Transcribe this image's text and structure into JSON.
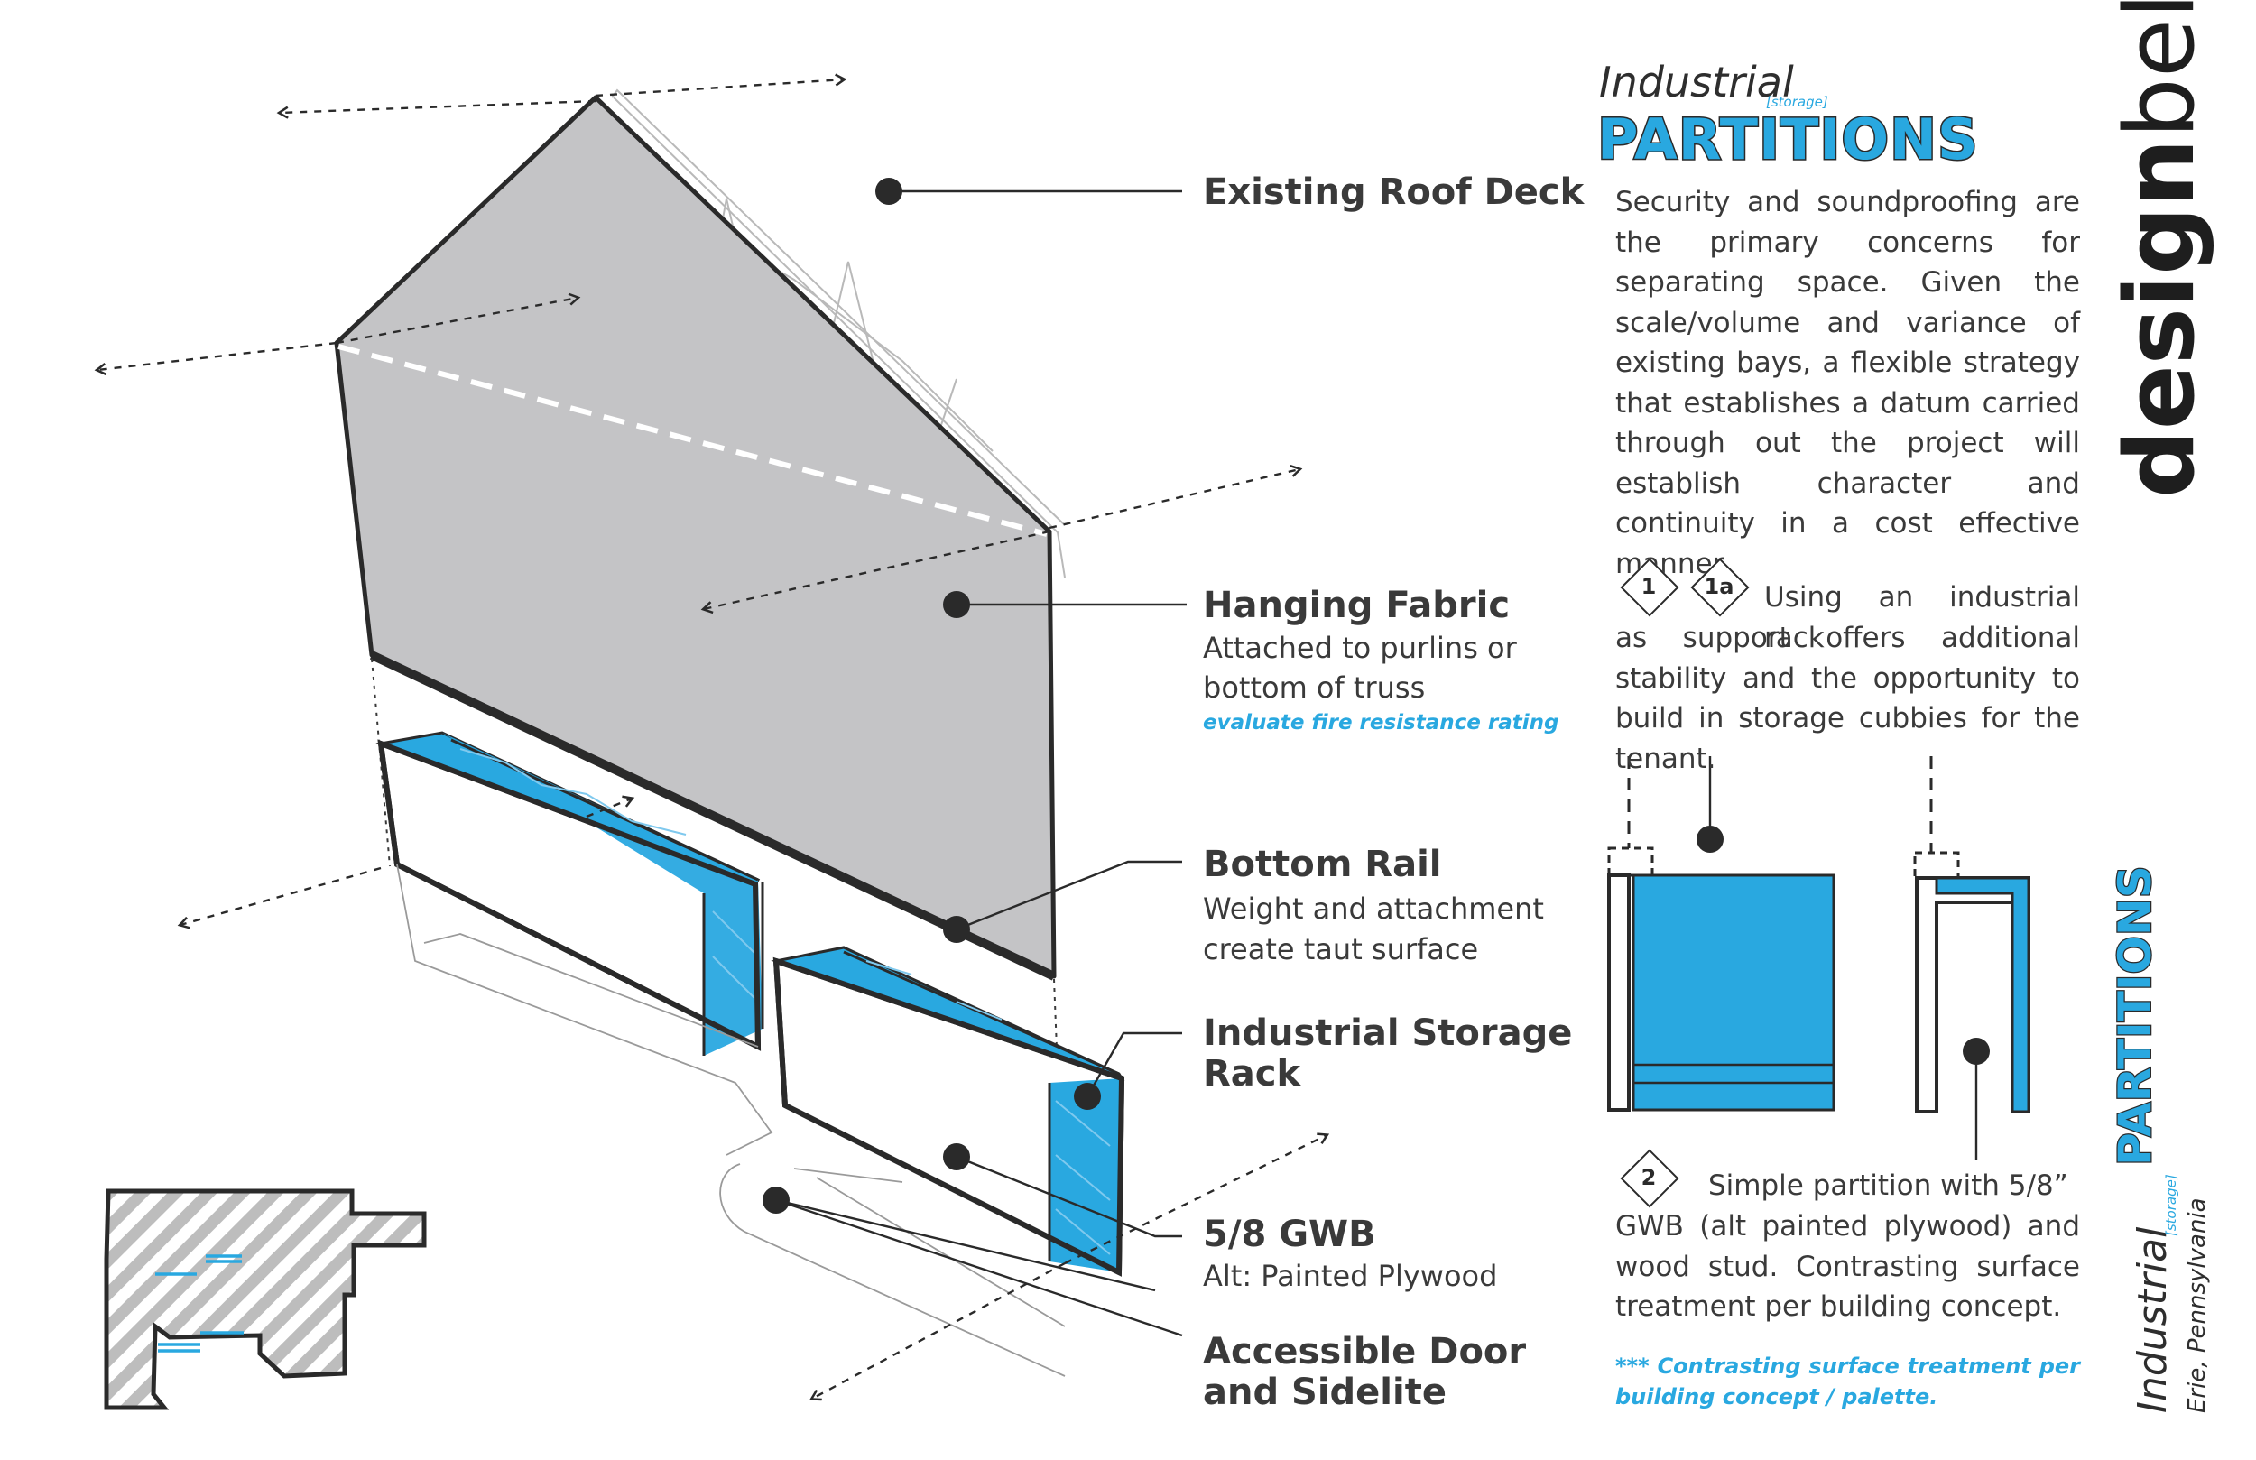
{
  "colors": {
    "accent": "#29a8e0",
    "ink": "#2a2a2a",
    "fabric": "#c4c4c6"
  },
  "header": {
    "title_small": "Industrial",
    "title_sup": "[storage]",
    "title_big": "PARTITIONS"
  },
  "intro_paragraph": "Security and soundproofing are the primary concerns for separating space. Given the scale/volume and variance of existing bays, a flexible strategy that establishes a datum carried through out the project will establish character and continuity in a cost effective manner.",
  "option1": {
    "badge_a": "1",
    "badge_b": "1a",
    "lead": "Using an industrial rack",
    "text": "as support offers additional stability and the opportunity to build in storage cubbies for the tenant."
  },
  "option2": {
    "badge": "2",
    "lead": "Simple partition with 5/8”",
    "text": "GWB (alt painted plywood) and wood stud. Contrasting surface treatment per building concept."
  },
  "footnote": "*** Contrasting surface treatment per building concept / palette.",
  "labels": {
    "roof_deck": "Existing Roof Deck",
    "hanging_fabric": "Hanging Fabric",
    "hanging_fabric_sub1": "Attached to purlins or",
    "hanging_fabric_sub2": "bottom of truss",
    "hanging_fabric_note": "evaluate fire resistance rating",
    "bottom_rail": "Bottom Rail",
    "bottom_rail_sub1": "Weight and attachment",
    "bottom_rail_sub2": "create taut surface",
    "storage_rack_1": "Industrial Storage",
    "storage_rack_2": "Rack",
    "gwb": "5/8 GWB",
    "gwb_sub": "Alt: Painted Plywood",
    "door_1": "Accessible Door",
    "door_2": "and Sidelite"
  },
  "brand": {
    "part1": "design",
    "part2": "belt"
  },
  "side": {
    "title_big": "PARTITIONS",
    "title_small": "Industrial",
    "title_sup": "[storage]",
    "location": "Erie, Pennsylvania"
  }
}
